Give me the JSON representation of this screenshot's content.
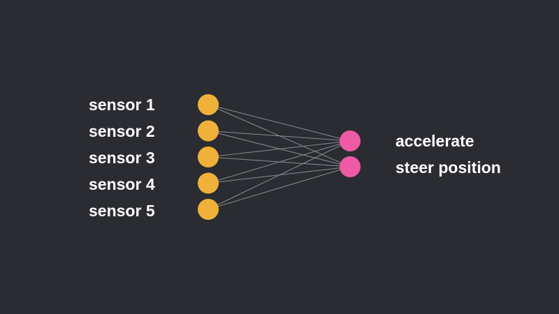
{
  "inputs": [
    {
      "label": "sensor 1"
    },
    {
      "label": "sensor 2"
    },
    {
      "label": "sensor 3"
    },
    {
      "label": "sensor 4"
    },
    {
      "label": "sensor 5"
    }
  ],
  "outputs": [
    {
      "label": "accelerate"
    },
    {
      "label": "steer position"
    }
  ],
  "colors": {
    "background": "#2a2c32",
    "input_node": "#f0b13a",
    "output_node": "#ef5aa4",
    "connection": "#8a8c90",
    "text": "#ffffff"
  },
  "connections": "fully-connected"
}
